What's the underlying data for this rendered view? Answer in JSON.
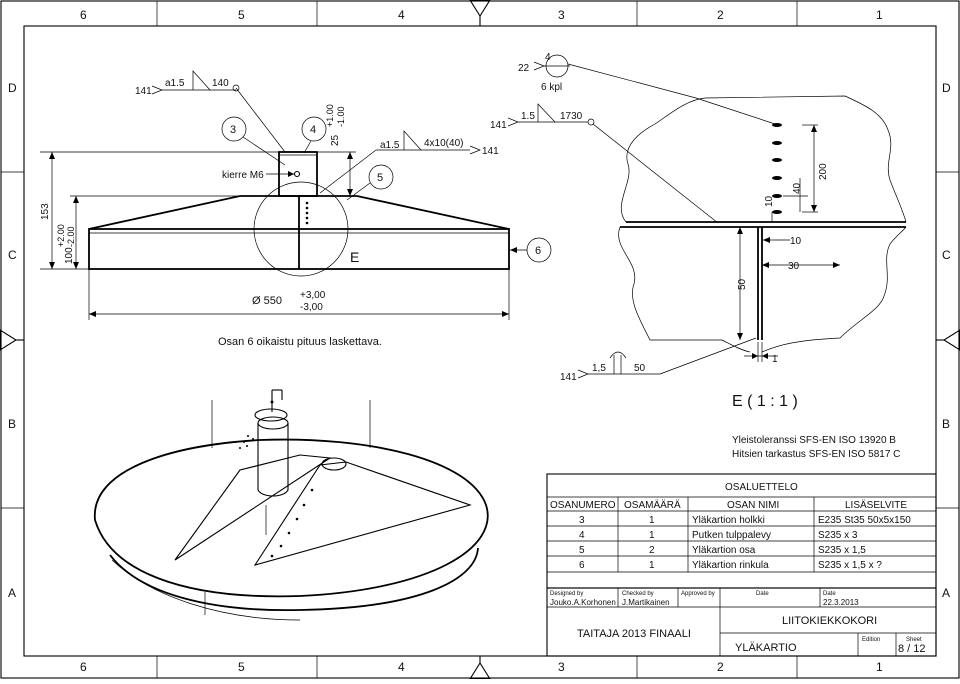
{
  "border": {
    "top_numbers": [
      "6",
      "5",
      "4",
      "3",
      "2",
      "1"
    ],
    "bottom_numbers": [
      "6",
      "5",
      "4",
      "3",
      "2",
      "1"
    ],
    "left_letters": [
      "D",
      "C",
      "B",
      "A"
    ],
    "right_letters": [
      "D",
      "C",
      "B",
      "A"
    ]
  },
  "main_view": {
    "weld_top": {
      "leader": "141",
      "size": "a1.5",
      "length": "140"
    },
    "weld_mid": {
      "size": "a1.5",
      "spec": "4x10(40)",
      "leader": "141"
    },
    "balloons": [
      "3",
      "4",
      "5",
      "6"
    ],
    "thread_label": "kierre M6",
    "dim_tube_height": {
      "nominal": "25",
      "upper": "+1.00",
      "lower": "-1.00"
    },
    "dim_total_height": "153",
    "dim_base_height": {
      "nominal": "100",
      "upper": "+2.00",
      "lower": "-2.00"
    },
    "dim_diameter": {
      "nominal": "Ø 550",
      "upper": "+3,00",
      "lower": "-3,00"
    },
    "detail_marker": "E",
    "note": "Osan 6 oikaistu pituus laskettava."
  },
  "detail_view": {
    "weld_holes": {
      "leader": "22",
      "size": "4",
      "qty": "6 kpl"
    },
    "weld_top": {
      "leader": "141",
      "size": "1.5",
      "length": "1730"
    },
    "weld_bottom": {
      "leader": "141",
      "size": "1,5",
      "length": "50"
    },
    "dims": {
      "d10a": "10",
      "d40": "40",
      "d200": "200",
      "d10b": "10",
      "d30": "30",
      "d50": "50",
      "d1": "1"
    },
    "title": "E ( 1 : 1 )"
  },
  "tolerances": {
    "line1": "Yleistoleranssi SFS-EN ISO 13920 B",
    "line2": "Hitsien tarkastus SFS-EN ISO 5817 C"
  },
  "parts_list": {
    "title": "OSALUETTELO",
    "headers": [
      "OSANUMERO",
      "OSAMÄÄRÄ",
      "OSAN NIMI",
      "LISÄSELVITE"
    ],
    "rows": [
      [
        "3",
        "1",
        "Yläkartion holkki",
        "E235 St35 50x5x150"
      ],
      [
        "4",
        "1",
        "Putken tulppalevy",
        "S235 x 3"
      ],
      [
        "5",
        "2",
        "Yläkartion osa",
        "S235 x 1,5"
      ],
      [
        "6",
        "1",
        "Yläkartion rinkula",
        "S235 x 1,5 x ?"
      ]
    ]
  },
  "title_block": {
    "designed_label": "Designed by",
    "designed_value": "Jouko.A.Korhonen",
    "checked_label": "Checked by",
    "checked_value": "J.Martikainen",
    "approved_label": "Approved by",
    "date_label_a": "Date",
    "date_label_b": "Date",
    "date_value": "22.3.2013",
    "project": "TAITAJA 2013 FINAALI",
    "assembly": "LIITOKIEKKOKORI",
    "part": "YLÄKARTIO",
    "edition_label": "Edition",
    "sheet_label": "Sheet",
    "sheet_value": "8 / 12"
  }
}
